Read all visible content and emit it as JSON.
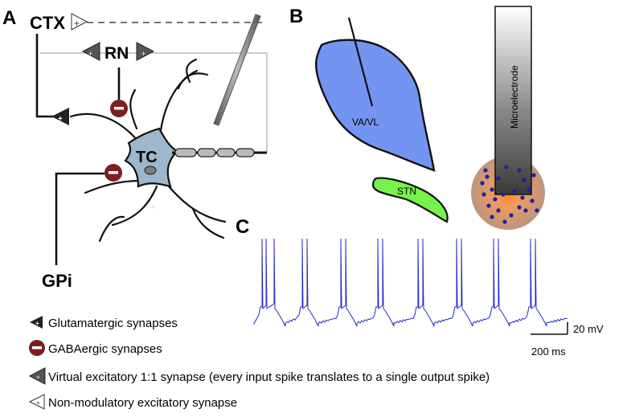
{
  "panels": {
    "a": "A",
    "b": "B",
    "c": "C"
  },
  "labels": {
    "ctx": "CTX",
    "rn": "RN",
    "gpi": "GPi",
    "tc": "TC",
    "vavl": "VA/VL",
    "stn": "STN",
    "microelectrode": "Microelectrode"
  },
  "scalebar": {
    "voltage": "20 mV",
    "time": "200 ms"
  },
  "legend": [
    {
      "icon": "glutamatergic-synapse-icon",
      "text": "Glutamatergic synapses"
    },
    {
      "icon": "gabaergic-synapse-icon",
      "text": "GABAergic synapses"
    },
    {
      "icon": "virtual-excitatory-synapse-icon",
      "text": "Virtual excitatory 1:1 synapse (every input spike translates to a single output spike)"
    },
    {
      "icon": "non-modulatory-synapse-icon",
      "text": "Non-modulatory excitatory synapse"
    }
  ],
  "colors": {
    "vavl": "#7394f0",
    "stn": "#77f24a",
    "gaba": "#7d1f1f",
    "tc_body": "#9db7cc",
    "trace": "#2828c8",
    "recording_dots": "#1e1ea8"
  }
}
